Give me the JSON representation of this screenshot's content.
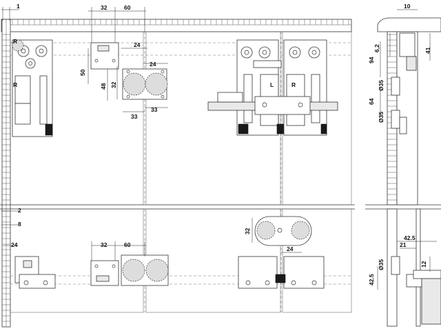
{
  "dimensions": {
    "top_left_offset": "1",
    "bottom_left_offset_2": "2",
    "bottom_left_offset_8": "8",
    "top_spacing_32": "32",
    "top_spacing_60": "60",
    "top_right_24": "24",
    "top_mid_24": "24",
    "top_vert_50": "50",
    "top_vert_48": "48",
    "top_vert_32": "32",
    "top_33_left": "33",
    "top_33_right": "33",
    "bottom_left_24": "24",
    "bottom_spacing_32": "32",
    "bottom_spacing_60": "60",
    "bottom_vert_32": "32",
    "bottom_mid_24": "24",
    "side_top_10": "10",
    "side_6_2": "6,2",
    "side_41": "41",
    "side_94": "94",
    "side_d35_a": "Ø35",
    "side_64": "64",
    "side_d35_b": "Ø35",
    "side_42_5_h": "42.5",
    "side_21": "21",
    "side_12": "12",
    "side_d35_c": "Ø35",
    "side_42_5_v": "42.5"
  },
  "markers": {
    "r_top_left": "R",
    "r_mid_left": "R",
    "l_center": "L",
    "r_center": "R"
  },
  "colors": {
    "line": "#333333",
    "part_fill": "#ffffff",
    "part_gray": "#e9e9e9",
    "dark_block": "#1a1a1a"
  }
}
